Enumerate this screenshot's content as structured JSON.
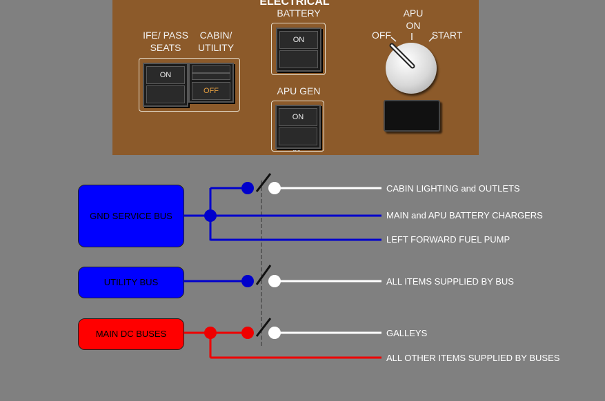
{
  "panel": {
    "title": "ELECTRICAL",
    "ife_label_1": "IFE/ PASS",
    "ife_label_2": "SEATS",
    "ife_switch_on": "ON",
    "cabin_label_1": "CABIN/",
    "cabin_label_2": "UTILITY",
    "cabin_switch_off": "OFF",
    "battery_label": "BATTERY",
    "battery_switch_on": "ON",
    "apugen_label": "APU GEN",
    "apugen_switch_on": "ON",
    "apu_label": "APU",
    "apu_on": "ON",
    "apu_off": "OFF",
    "apu_start": "START",
    "colors": {
      "panel": "#8c5a2a",
      "off_light": "#e8a040"
    }
  },
  "diagram": {
    "buses": [
      {
        "name": "GND SERVICE BUS",
        "color": "#0000ff"
      },
      {
        "name": "UTILITY BUS",
        "color": "#0000ff"
      },
      {
        "name": "MAIN DC BUSES",
        "color": "#ff0000"
      }
    ],
    "loads": {
      "cabin_lighting": "CABIN LIGHTING and OUTLETS",
      "battery_chargers": "MAIN and APU BATTERY CHARGERS",
      "fuel_pump": "LEFT FORWARD FUEL PUMP",
      "utility_items": "ALL ITEMS SUPPLIED BY BUS",
      "galleys": "GALLEYS",
      "other_items": "ALL OTHER ITEMS SUPPLIED BY BUSES"
    },
    "colors": {
      "blue": "#0000cc",
      "red": "#ee0000",
      "white": "#ffffff"
    }
  }
}
